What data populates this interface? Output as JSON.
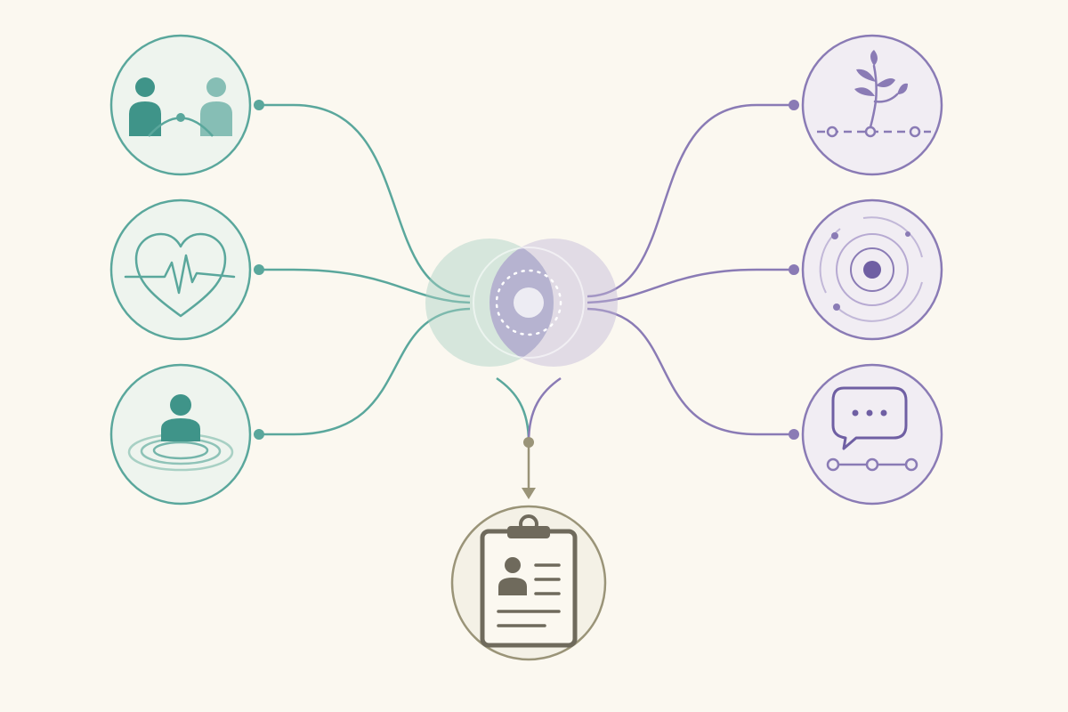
{
  "colors": {
    "background": "#fbf8f0",
    "teal": "#5aa79c",
    "teal_dark": "#3f9489",
    "teal_fill": "#eef4ee",
    "purple": "#8a7bb5",
    "purple_dark": "#6f5fa3",
    "purple_fill": "#f1edf3",
    "khaki": "#9a9478",
    "khaki_fill": "#f4f1e6",
    "doc_ink": "#6f6a5c"
  },
  "left_nodes": [
    {
      "id": "connection",
      "icon": "people-connection-icon"
    },
    {
      "id": "heart",
      "icon": "heartbeat-icon"
    },
    {
      "id": "grounding",
      "icon": "person-ripples-icon"
    }
  ],
  "right_nodes": [
    {
      "id": "growth",
      "icon": "sprout-timeline-icon"
    },
    {
      "id": "focus",
      "icon": "concentric-target-icon"
    },
    {
      "id": "communication",
      "icon": "chat-timeline-icon"
    }
  ],
  "center": {
    "icon": "overlapping-circles-core-icon"
  },
  "output": {
    "icon": "clipboard-profile-icon"
  }
}
